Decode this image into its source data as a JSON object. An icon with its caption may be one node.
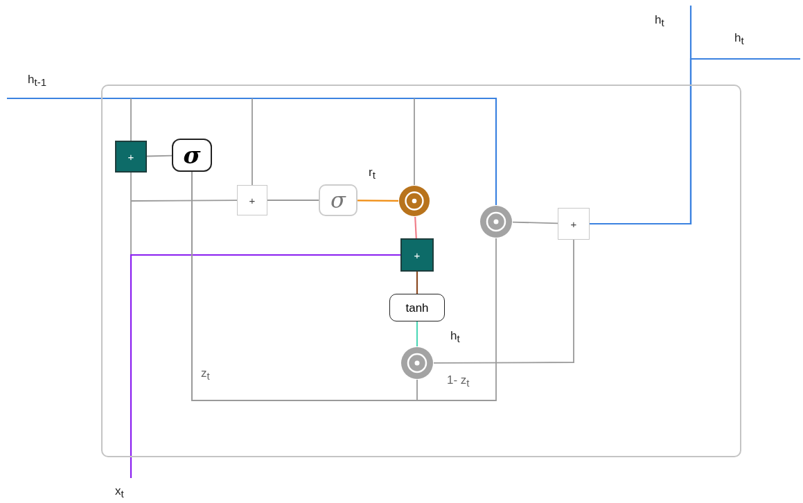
{
  "diagram": {
    "nodes": [
      {
        "text": [],
        "shape": "box"
      },
      {
        "text": [
          "+"
        ],
        "in": 0
      },
      {
        "text": [
          "σ"
        ],
        "in": 0
      },
      {
        "text": [
          "+"
        ],
        "in": 0
      },
      {
        "text": [
          "σ"
        ],
        "in": 0
      },
      {
        "text": [],
        "shape": "circle",
        "in": 0
      },
      {
        "text": [],
        "shape": "circle",
        "in": 0
      },
      {
        "text": [
          "+"
        ],
        "in": 0
      },
      {
        "text": [
          "+"
        ],
        "in": 0
      },
      {
        "text": [
          "tanh"
        ],
        "in": 0
      },
      {
        "text": [],
        "shape": "circle",
        "in": 0
      }
    ],
    "edges": [
      {
        "from": null,
        "to": 6,
        "arrow": "none",
        "color": "#3b82e0"
      },
      {
        "from": null,
        "to": 1,
        "arrow": "none"
      },
      {
        "from": null,
        "to": 3,
        "arrow": "none"
      },
      {
        "from": null,
        "to": 5,
        "arrow": "none"
      },
      {
        "from": null,
        "to": 1,
        "arrow": "none"
      },
      {
        "from": null,
        "to": 3,
        "arrow": "none"
      },
      {
        "from": null,
        "to": 8,
        "arrow": "none",
        "color": "#8a1ff0"
      },
      {
        "from": 1,
        "to": 2,
        "arrow": "none"
      },
      {
        "from": 2,
        "to": 10,
        "arrow": "none"
      },
      {
        "from": 2,
        "to": 6,
        "arrow": "none"
      },
      {
        "from": 3,
        "to": 4,
        "arrow": "none"
      },
      {
        "from": 4,
        "to": 5,
        "arrow": "none",
        "color": "#f08c10"
      },
      {
        "from": 5,
        "to": 8,
        "arrow": "none",
        "color": "#f07f8a"
      },
      {
        "from": 8,
        "to": 9,
        "arrow": "none",
        "color": "#8b4a22"
      },
      {
        "from": 9,
        "to": 10,
        "arrow": "none",
        "color": "#4fd8b8"
      },
      {
        "from": 10,
        "to": 7,
        "arrow": "none"
      },
      {
        "from": 6,
        "to": 7,
        "arrow": "none"
      },
      {
        "from": 7,
        "to": null,
        "arrow": "none",
        "color": "#3b82e0"
      },
      {
        "from": 7,
        "to": null,
        "arrow": "none",
        "color": "#3b82e0"
      }
    ],
    "labels": [
      "h$_{t}$",
      "h$_{t}$",
      "h$_{t-1}$",
      "r$_{t}$",
      "h$_{t}$",
      "z$_{t}$",
      "1- z$_{t}$",
      "x$_{t}$"
    ]
  }
}
